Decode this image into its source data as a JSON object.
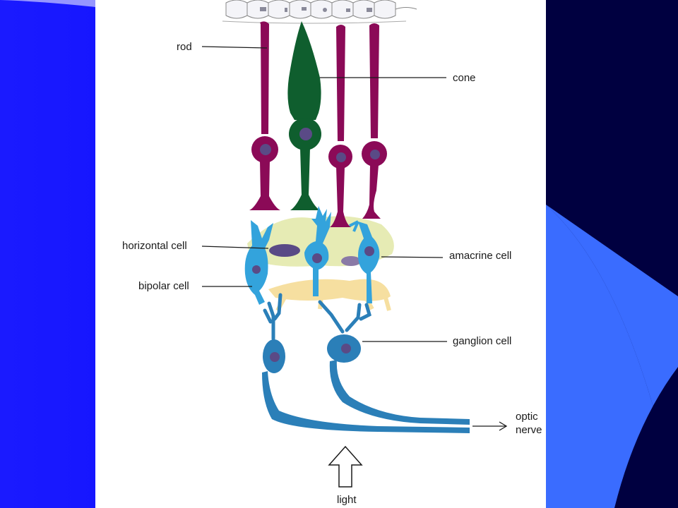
{
  "slide": {
    "background_color": "#0000ff",
    "right_band_color": "#000033",
    "accent_color": "#3a6cff"
  },
  "diagram": {
    "colors": {
      "rod": "#8b0a57",
      "cone": "#0f5e2e",
      "neuron": "#33a3dc",
      "neuron_dark": "#2b7fb8",
      "amacrine_body": "#e6ebb4",
      "horizontal_plexus": "#f6dfa0",
      "nucleus": "#5a4a86",
      "label_text": "#1a1a1a"
    },
    "labels": {
      "rod": "rod",
      "cone": "cone",
      "horizontal_cell": "horizontal cell",
      "amacrine_cell": "amacrine cell",
      "bipolar_cell": "bipolar cell",
      "ganglion_cell": "ganglion cell",
      "optic_nerve_line1": "optic",
      "optic_nerve_line2": "nerve",
      "light": "light"
    },
    "icons": {
      "light_arrow": "hollow-up-arrow",
      "nerve_arrow": "right-arrow"
    }
  }
}
